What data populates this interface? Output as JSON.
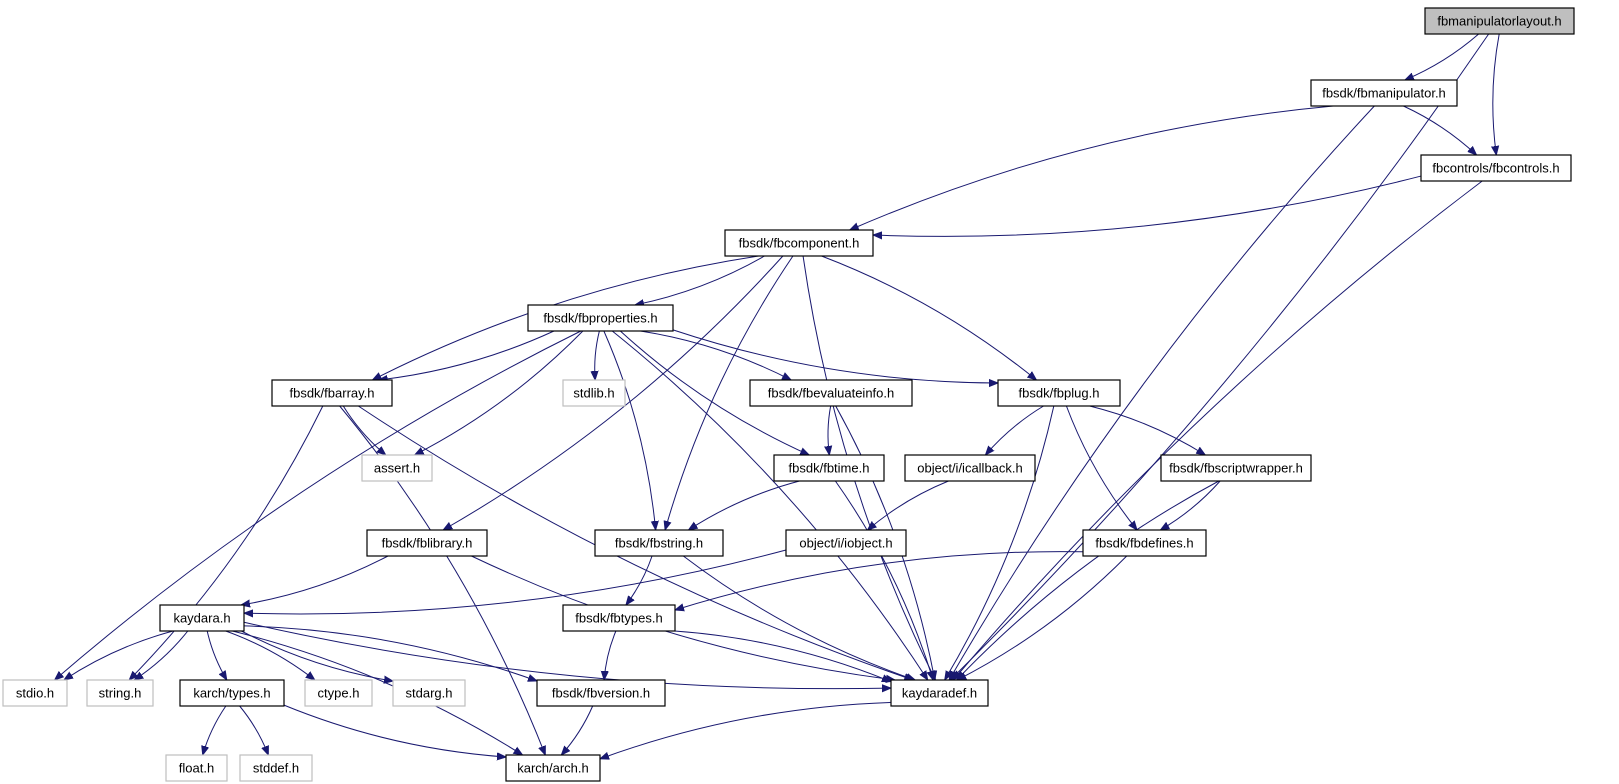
{
  "title": "fbmanipulatorlayout.h include dependency graph",
  "colors": {
    "edge": "#191970",
    "root_fill": "#bfbfbf",
    "external_border": "#bfbfbf",
    "node_border": "#000000"
  },
  "nodes": [
    {
      "id": "fbmanipulatorlayout",
      "label": "fbmanipulatorlayout.h",
      "kind": "root"
    },
    {
      "id": "fbmanipulator",
      "label": "fbsdk/fbmanipulator.h",
      "kind": "internal"
    },
    {
      "id": "fbcontrols",
      "label": "fbcontrols/fbcontrols.h",
      "kind": "internal"
    },
    {
      "id": "fbcomponent",
      "label": "fbsdk/fbcomponent.h",
      "kind": "internal"
    },
    {
      "id": "fbproperties",
      "label": "fbsdk/fbproperties.h",
      "kind": "internal"
    },
    {
      "id": "fbarray",
      "label": "fbsdk/fbarray.h",
      "kind": "internal"
    },
    {
      "id": "stdlib",
      "label": "stdlib.h",
      "kind": "external"
    },
    {
      "id": "fbevaluateinfo",
      "label": "fbsdk/fbevaluateinfo.h",
      "kind": "internal"
    },
    {
      "id": "fbplug",
      "label": "fbsdk/fbplug.h",
      "kind": "internal"
    },
    {
      "id": "assert",
      "label": "assert.h",
      "kind": "external"
    },
    {
      "id": "fbtime",
      "label": "fbsdk/fbtime.h",
      "kind": "internal"
    },
    {
      "id": "icallback",
      "label": "object/i/icallback.h",
      "kind": "internal"
    },
    {
      "id": "fbscriptwrapper",
      "label": "fbsdk/fbscriptwrapper.h",
      "kind": "internal"
    },
    {
      "id": "fblibrary",
      "label": "fbsdk/fblibrary.h",
      "kind": "internal"
    },
    {
      "id": "fbstring",
      "label": "fbsdk/fbstring.h",
      "kind": "internal"
    },
    {
      "id": "iobject",
      "label": "object/i/iobject.h",
      "kind": "internal"
    },
    {
      "id": "fbdefines",
      "label": "fbsdk/fbdefines.h",
      "kind": "internal"
    },
    {
      "id": "kaydara",
      "label": "kaydara.h",
      "kind": "internal"
    },
    {
      "id": "fbtypes",
      "label": "fbsdk/fbtypes.h",
      "kind": "internal"
    },
    {
      "id": "stdio",
      "label": "stdio.h",
      "kind": "external"
    },
    {
      "id": "string",
      "label": "string.h",
      "kind": "external"
    },
    {
      "id": "karchtypes",
      "label": "karch/types.h",
      "kind": "internal"
    },
    {
      "id": "ctype",
      "label": "ctype.h",
      "kind": "external"
    },
    {
      "id": "stdarg",
      "label": "stdarg.h",
      "kind": "external"
    },
    {
      "id": "fbversion",
      "label": "fbsdk/fbversion.h",
      "kind": "internal"
    },
    {
      "id": "kaydaradef",
      "label": "kaydaradef.h",
      "kind": "internal"
    },
    {
      "id": "float",
      "label": "float.h",
      "kind": "external"
    },
    {
      "id": "stddef",
      "label": "stddef.h",
      "kind": "external"
    },
    {
      "id": "karcharch",
      "label": "karch/arch.h",
      "kind": "internal"
    }
  ],
  "edges": [
    [
      "fbmanipulatorlayout",
      "fbmanipulator"
    ],
    [
      "fbmanipulatorlayout",
      "fbcontrols"
    ],
    [
      "fbmanipulatorlayout",
      "kaydaradef"
    ],
    [
      "fbmanipulator",
      "fbcomponent"
    ],
    [
      "fbmanipulator",
      "fbcontrols"
    ],
    [
      "fbmanipulator",
      "kaydaradef"
    ],
    [
      "fbcontrols",
      "fbcomponent"
    ],
    [
      "fbcontrols",
      "kaydaradef"
    ],
    [
      "fbcomponent",
      "fbproperties"
    ],
    [
      "fbcomponent",
      "fbarray"
    ],
    [
      "fbcomponent",
      "fblibrary"
    ],
    [
      "fbcomponent",
      "fbstring"
    ],
    [
      "fbcomponent",
      "fbplug"
    ],
    [
      "fbcomponent",
      "kaydaradef"
    ],
    [
      "fbproperties",
      "fbarray"
    ],
    [
      "fbproperties",
      "stdlib"
    ],
    [
      "fbproperties",
      "fbevaluateinfo"
    ],
    [
      "fbproperties",
      "fbplug"
    ],
    [
      "fbproperties",
      "assert"
    ],
    [
      "fbproperties",
      "fbtime"
    ],
    [
      "fbproperties",
      "fbstring"
    ],
    [
      "fbproperties",
      "stdio"
    ],
    [
      "fbproperties",
      "kaydaradef"
    ],
    [
      "fbarray",
      "assert"
    ],
    [
      "fbarray",
      "string"
    ],
    [
      "fbarray",
      "kaydaradef"
    ],
    [
      "fbarray",
      "karcharch"
    ],
    [
      "fbevaluateinfo",
      "fbtime"
    ],
    [
      "fbevaluateinfo",
      "kaydaradef"
    ],
    [
      "fbplug",
      "icallback"
    ],
    [
      "fbplug",
      "fbscriptwrapper"
    ],
    [
      "fbplug",
      "fbdefines"
    ],
    [
      "fbplug",
      "kaydaradef"
    ],
    [
      "fbtime",
      "fbstring"
    ],
    [
      "fbtime",
      "kaydaradef"
    ],
    [
      "icallback",
      "iobject"
    ],
    [
      "fbscriptwrapper",
      "fbdefines"
    ],
    [
      "fbscriptwrapper",
      "kaydaradef"
    ],
    [
      "fblibrary",
      "kaydara"
    ],
    [
      "fblibrary",
      "kaydaradef"
    ],
    [
      "fbstring",
      "fbtypes"
    ],
    [
      "fbstring",
      "kaydaradef"
    ],
    [
      "iobject",
      "kaydara"
    ],
    [
      "fbdefines",
      "fbtypes"
    ],
    [
      "fbdefines",
      "kaydaradef"
    ],
    [
      "fbtypes",
      "fbversion"
    ],
    [
      "fbtypes",
      "kaydaradef"
    ],
    [
      "kaydara",
      "stdio"
    ],
    [
      "kaydara",
      "string"
    ],
    [
      "kaydara",
      "karchtypes"
    ],
    [
      "kaydara",
      "ctype"
    ],
    [
      "kaydara",
      "stdarg"
    ],
    [
      "kaydara",
      "fbversion"
    ],
    [
      "kaydara",
      "kaydaradef"
    ],
    [
      "kaydara",
      "karcharch"
    ],
    [
      "karchtypes",
      "float"
    ],
    [
      "karchtypes",
      "stddef"
    ],
    [
      "karchtypes",
      "karcharch"
    ],
    [
      "fbversion",
      "karcharch"
    ],
    [
      "kaydaradef",
      "karcharch"
    ]
  ]
}
